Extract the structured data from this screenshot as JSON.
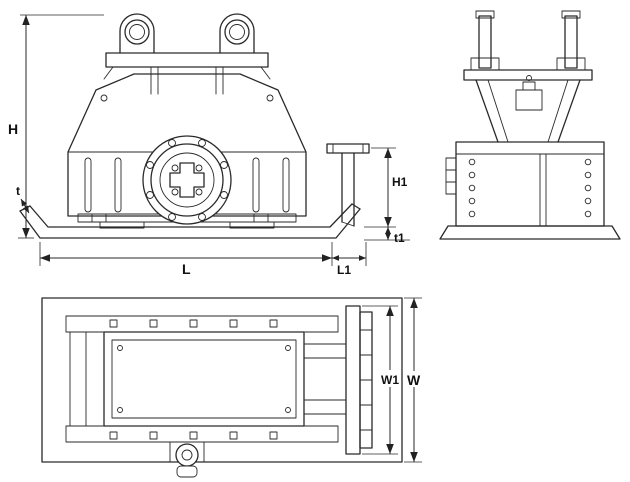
{
  "meta": {
    "background": "#ffffff",
    "line_color": "#2a2a2a",
    "drawing_type": "three-view technical drawing of plate compactor attachment"
  },
  "labels": {
    "H": "H",
    "t": "t",
    "L": "L",
    "L1": "L1",
    "H1": "H1",
    "t1": "t1",
    "W1": "W1",
    "W": "W"
  }
}
